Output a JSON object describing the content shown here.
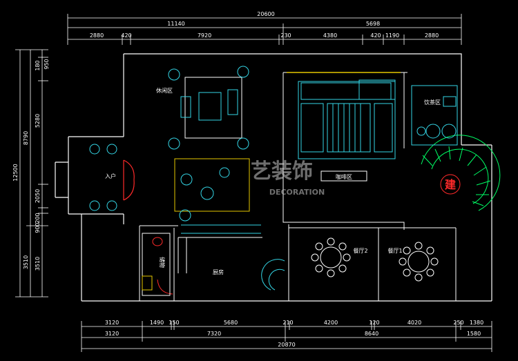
{
  "colors": {
    "background": "#000000",
    "wall": "#ffffff",
    "furniture": "#34d6e6",
    "dimension": "#ffffff",
    "dim_text": "#00ff3a",
    "door": "#ff2a2a",
    "stair": "#00ff66",
    "accent": "#e6c800"
  },
  "dimensions": {
    "top_overall": "20600",
    "top_row1": [
      "11140",
      "5698"
    ],
    "top_row2": [
      "2880",
      "420",
      "7920",
      "230",
      "4380",
      "420",
      "1190",
      "2880"
    ],
    "left_overall": "12500",
    "left_row1": [
      "8790",
      "3510"
    ],
    "left_row2": [
      "180",
      "950",
      "5280",
      "2050",
      "200",
      "900",
      "3510"
    ],
    "bottom_row1": [
      "3120",
      "1490",
      "150",
      "5680",
      "210",
      "4200",
      "120",
      "4020",
      "250",
      "1380"
    ],
    "bottom_row2": [
      "3120",
      "7320",
      "8640",
      "1580"
    ],
    "bottom_overall": "20870"
  },
  "rooms": {
    "leisure": "休闲区",
    "entry": "入户",
    "coffee": "咖啡区",
    "tea": "饮茶区",
    "kitchen": "厨房",
    "storage": "储物",
    "dining2": "餐厅2",
    "dining1": "餐厅1",
    "stair_mark": "建"
  },
  "watermark": {
    "main": "艺装饰",
    "sub": "DECORATION"
  }
}
